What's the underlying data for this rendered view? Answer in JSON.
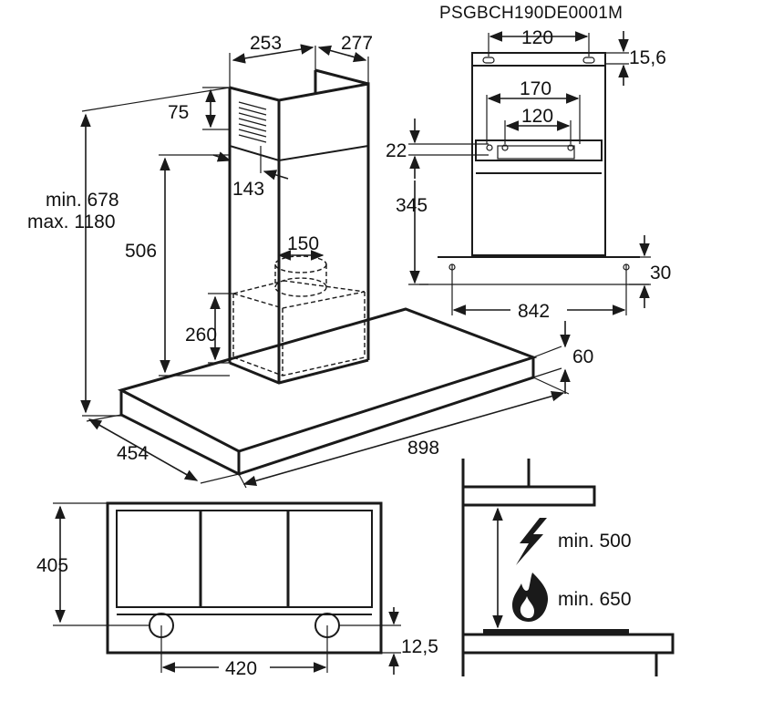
{
  "model_code": "PSGBCH190DE0001M",
  "dimensions": {
    "chimney_width": "253",
    "chimney_depth": "277",
    "top_offset": "75",
    "duct_offset": "143",
    "height_range_min": "min. 678",
    "height_range_max": "max. 1180",
    "chimney_lower_height": "506",
    "outlet_diameter": "150",
    "motor_height": "260",
    "canopy_depth": "454",
    "canopy_width": "898",
    "canopy_thickness": "60",
    "bracket_spacing_top": "120",
    "bracket_offset": "15,6",
    "bracket_width_outer": "170",
    "bracket_width_inner": "120",
    "bracket_hole_offset": "22",
    "bracket_height": "345",
    "mount_hole_offset": "30",
    "mount_hole_spacing": "842",
    "filter_depth": "405",
    "light_spacing": "420",
    "light_offset": "12,5",
    "clearance_electric": "min. 500",
    "clearance_gas": "min. 650"
  },
  "icons": {
    "electric": "lightning-icon",
    "gas": "flame-icon"
  },
  "colors": {
    "line": "#1a1a1a",
    "background": "#ffffff"
  }
}
